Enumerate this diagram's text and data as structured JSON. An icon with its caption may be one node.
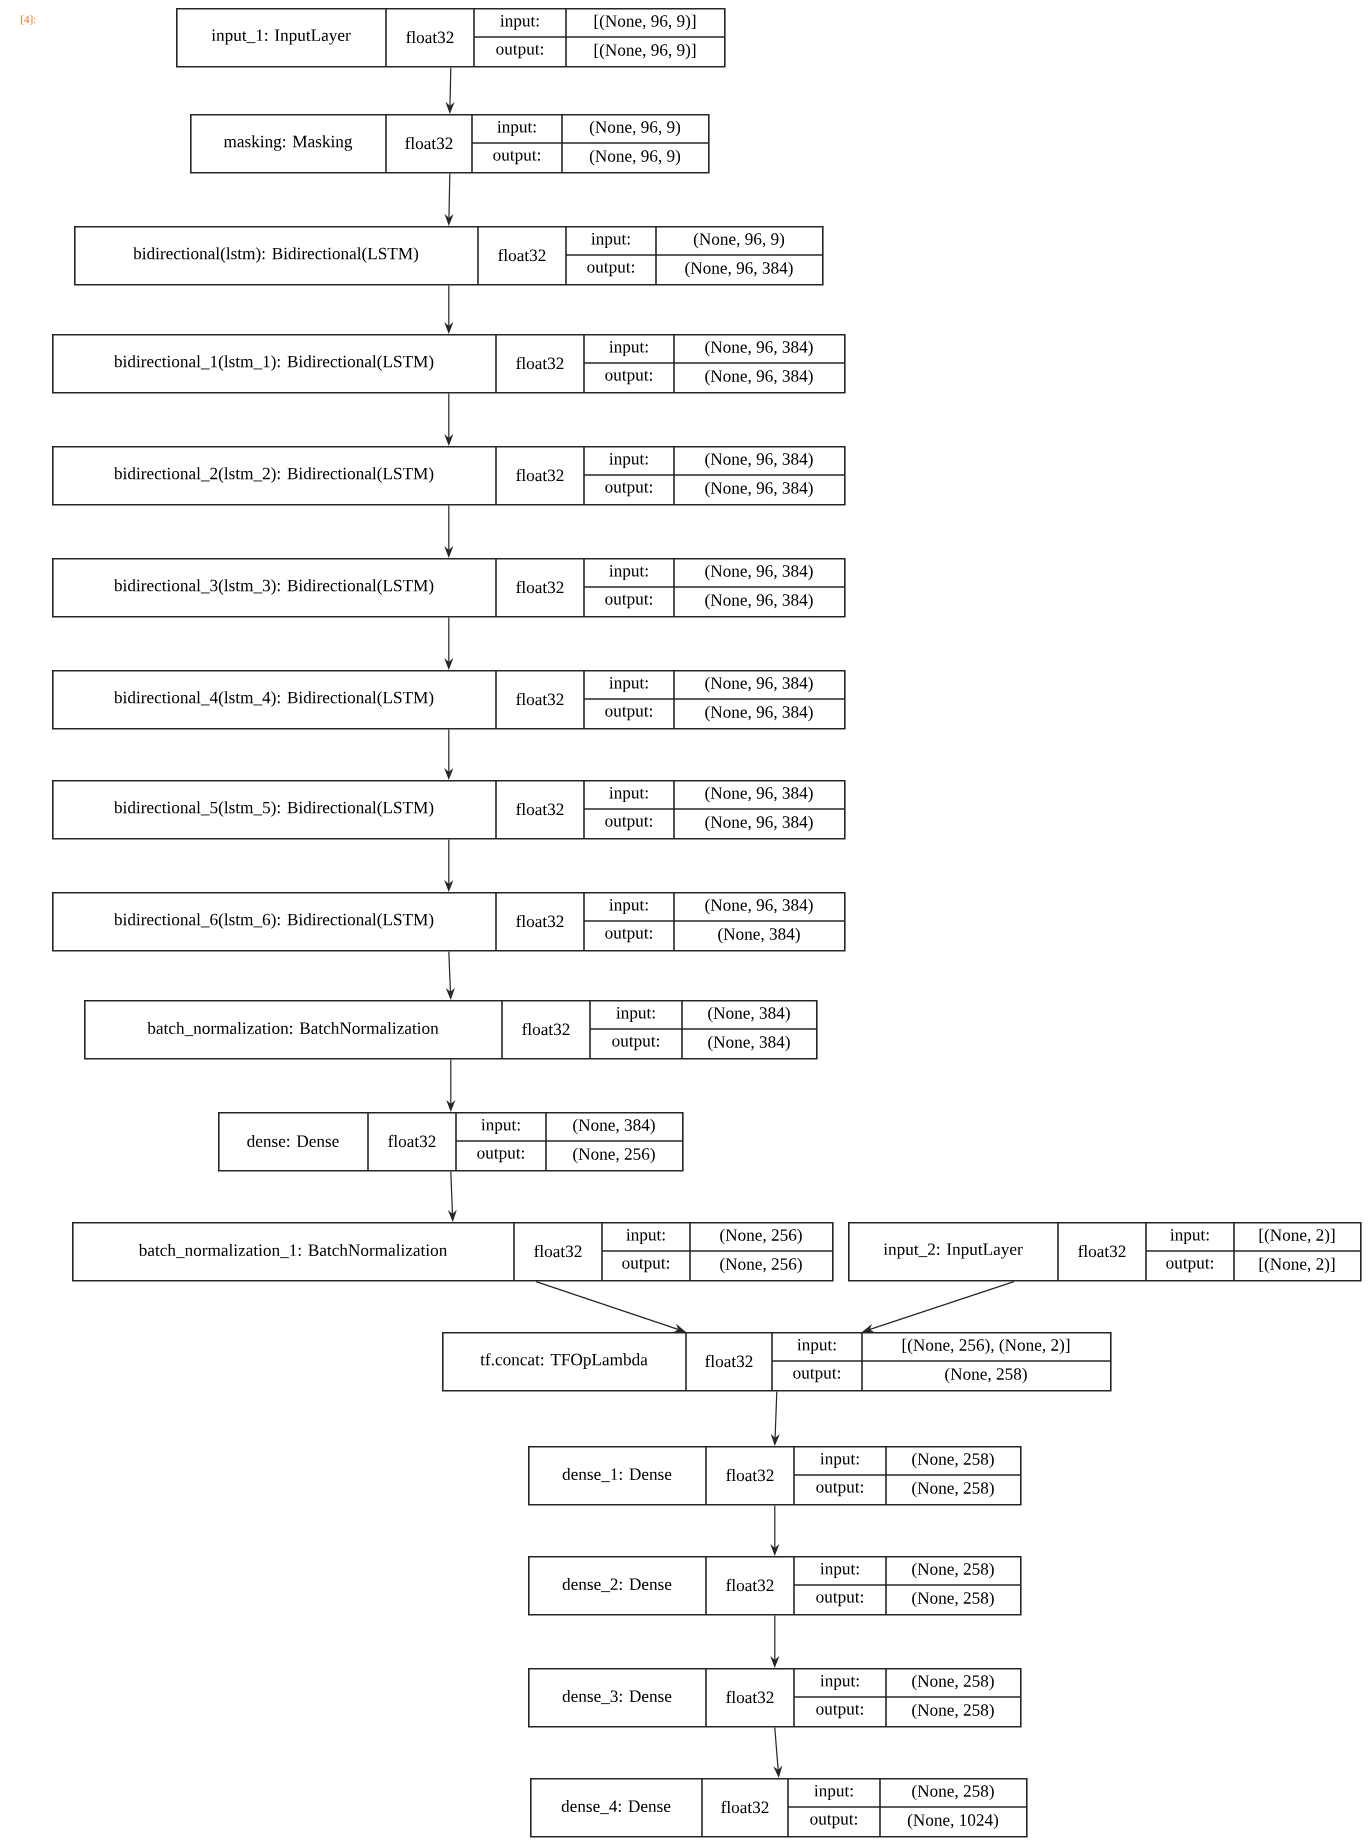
{
  "diagram": {
    "nodes": [
      {
        "text": [
          "input_1: InputLayer",
          "float32",
          "input:",
          "[(None, 96, 9)]",
          "output:",
          "[(None, 96, 9)]"
        ]
      },
      {
        "text": [
          "masking: Masking",
          "float32",
          "input:",
          "(None, 96, 9)",
          "output:",
          "(None, 96, 9)"
        ]
      },
      {
        "text": [
          "bidirectional(lstm): Bidirectional(LSTM)",
          "float32",
          "input:",
          "(None, 96, 9)",
          "output:",
          "(None, 96, 384)"
        ]
      },
      {
        "text": [
          "bidirectional_1(lstm_1): Bidirectional(LSTM)",
          "float32",
          "input:",
          "(None, 96, 384)",
          "output:",
          "(None, 96, 384)"
        ]
      },
      {
        "text": [
          "bidirectional_2(lstm_2): Bidirectional(LSTM)",
          "float32",
          "input:",
          "(None, 96, 384)",
          "output:",
          "(None, 96, 384)"
        ]
      },
      {
        "text": [
          "bidirectional_3(lstm_3): Bidirectional(LSTM)",
          "float32",
          "input:",
          "(None, 96, 384)",
          "output:",
          "(None, 96, 384)"
        ]
      },
      {
        "text": [
          "bidirectional_4(lstm_4): Bidirectional(LSTM)",
          "float32",
          "input:",
          "(None, 96, 384)",
          "output:",
          "(None, 96, 384)"
        ]
      },
      {
        "text": [
          "bidirectional_5(lstm_5): Bidirectional(LSTM)",
          "float32",
          "input:",
          "(None, 96, 384)",
          "output:",
          "(None, 96, 384)"
        ]
      },
      {
        "text": [
          "bidirectional_6(lstm_6): Bidirectional(LSTM)",
          "float32",
          "input:",
          "(None, 96, 384)",
          "output:",
          "(None, 384)"
        ]
      },
      {
        "text": [
          "batch_normalization: BatchNormalization",
          "float32",
          "input:",
          "(None, 384)",
          "output:",
          "(None, 384)"
        ]
      },
      {
        "text": [
          "dense: Dense",
          "float32",
          "input:",
          "(None, 384)",
          "output:",
          "(None, 256)"
        ]
      },
      {
        "text": [
          "batch_normalization_1: BatchNormalization",
          "float32",
          "input:",
          "(None, 256)",
          "output:",
          "(None, 256)"
        ]
      },
      {
        "text": [
          "input_2: InputLayer",
          "float32",
          "input:",
          "[(None, 2)]",
          "output:",
          "[(None, 2)]"
        ]
      },
      {
        "text": [
          "tf.concat: TFOpLambda",
          "float32",
          "input:",
          "[(None, 256), (None, 2)]",
          "output:",
          "(None, 258)"
        ]
      },
      {
        "text": [
          "dense_1: Dense",
          "float32",
          "input:",
          "(None, 258)",
          "output:",
          "(None, 258)"
        ]
      },
      {
        "text": [
          "dense_2: Dense",
          "float32",
          "input:",
          "(None, 258)",
          "output:",
          "(None, 258)"
        ]
      },
      {
        "text": [
          "dense_3: Dense",
          "float32",
          "input:",
          "(None, 258)",
          "output:",
          "(None, 258)"
        ]
      },
      {
        "text": [
          "dense_4: Dense",
          "float32",
          "input:",
          "(None, 258)",
          "output:",
          "(None, 1024)"
        ]
      }
    ],
    "edges": [
      {
        "from": 0,
        "to": 1,
        "arrow": "to"
      },
      {
        "from": 1,
        "to": 2,
        "arrow": "to"
      },
      {
        "from": 2,
        "to": 3,
        "arrow": "to"
      },
      {
        "from": 3,
        "to": 4,
        "arrow": "to"
      },
      {
        "from": 4,
        "to": 5,
        "arrow": "to"
      },
      {
        "from": 5,
        "to": 6,
        "arrow": "to"
      },
      {
        "from": 6,
        "to": 7,
        "arrow": "to"
      },
      {
        "from": 7,
        "to": 8,
        "arrow": "to"
      },
      {
        "from": 8,
        "to": 9,
        "arrow": "to"
      },
      {
        "from": 9,
        "to": 10,
        "arrow": "to"
      },
      {
        "from": 10,
        "to": 11,
        "arrow": "to"
      },
      {
        "from": 11,
        "to": 13,
        "arrow": "to"
      },
      {
        "from": 12,
        "to": 13,
        "arrow": "to"
      },
      {
        "from": 13,
        "to": 14,
        "arrow": "to"
      },
      {
        "from": 14,
        "to": 15,
        "arrow": "to"
      },
      {
        "from": 15,
        "to": 16,
        "arrow": "to"
      },
      {
        "from": 16,
        "to": 17,
        "arrow": "to"
      }
    ],
    "labels": [
      "[4]:"
    ]
  }
}
